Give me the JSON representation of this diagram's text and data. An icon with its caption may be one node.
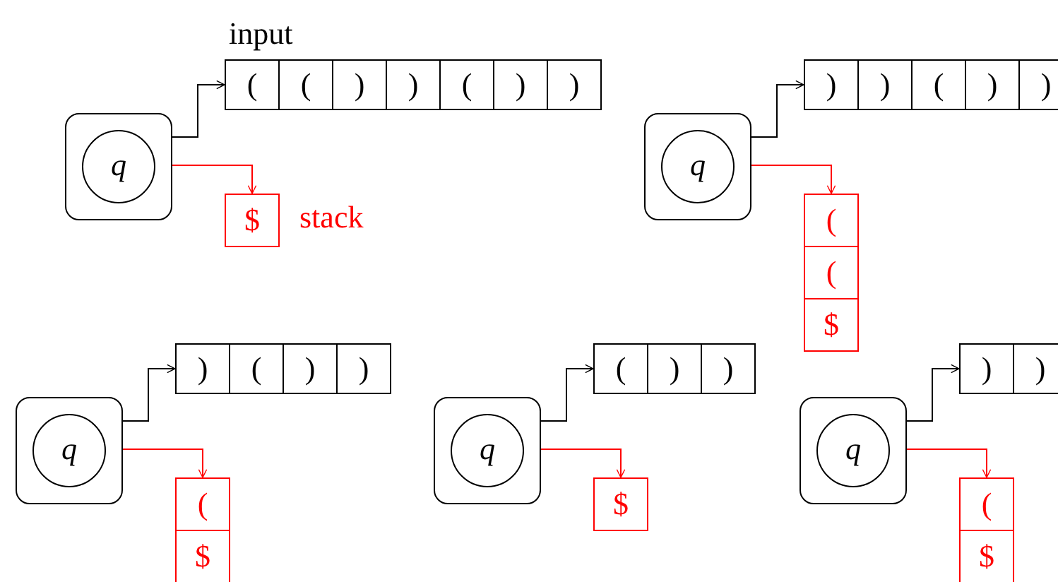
{
  "diagram": {
    "nodes": [
      {
        "text": [],
        "shape": "box"
      },
      {
        "text": [
          "q"
        ],
        "in": 0
      },
      {
        "text": [
          "input"
        ]
      },
      {
        "text": [
          "("
        ],
        "in": 2
      },
      {
        "text": [
          "("
        ],
        "in": 2
      },
      {
        "text": [
          ")"
        ],
        "in": 2
      },
      {
        "text": [
          ")"
        ],
        "in": 2
      },
      {
        "text": [
          "("
        ],
        "in": 2
      },
      {
        "text": [
          ")"
        ],
        "in": 2
      },
      {
        "text": [
          ")"
        ],
        "in": 2
      },
      {
        "text": [],
        "shape": "bar",
        "beside": [
          "stack"
        ]
      },
      {
        "text": [
          "$"
        ],
        "in": 10
      },
      {
        "text": [],
        "shape": "box"
      },
      {
        "text": [
          "q"
        ],
        "in": 12
      },
      {
        "text": [],
        "shape": "bar"
      },
      {
        "text": [
          ")"
        ],
        "in": 14
      },
      {
        "text": [
          ")"
        ],
        "in": 14
      },
      {
        "text": [
          "("
        ],
        "in": 14
      },
      {
        "text": [
          ")"
        ],
        "in": 14
      },
      {
        "text": [
          ")"
        ],
        "in": 14
      },
      {
        "text": [],
        "shape": "bar"
      },
      {
        "text": [
          "("
        ],
        "in": 20
      },
      {
        "text": [
          "("
        ],
        "in": 20
      },
      {
        "text": [
          "$"
        ],
        "in": 20
      },
      {
        "text": [],
        "shape": "box"
      },
      {
        "text": [
          "q"
        ],
        "in": 24
      },
      {
        "text": [],
        "shape": "bar"
      },
      {
        "text": [
          ")"
        ],
        "in": 26
      },
      {
        "text": [
          "("
        ],
        "in": 26
      },
      {
        "text": [
          ")"
        ],
        "in": 26
      },
      {
        "text": [
          ")"
        ],
        "in": 26
      },
      {
        "text": [],
        "shape": "bar"
      },
      {
        "text": [
          "("
        ],
        "in": 31
      },
      {
        "text": [
          "$"
        ],
        "in": 31
      },
      {
        "text": [],
        "shape": "box"
      },
      {
        "text": [
          "q"
        ],
        "in": 34
      },
      {
        "text": [],
        "shape": "bar"
      },
      {
        "text": [
          "("
        ],
        "in": 36
      },
      {
        "text": [
          ")"
        ],
        "in": 36
      },
      {
        "text": [
          ")"
        ],
        "in": 36
      },
      {
        "text": [],
        "shape": "bar"
      },
      {
        "text": [
          "$"
        ],
        "in": 40
      },
      {
        "text": [],
        "shape": "box"
      },
      {
        "text": [
          "q"
        ],
        "in": 42
      },
      {
        "text": [],
        "shape": "bar"
      },
      {
        "text": [
          ")"
        ],
        "in": 44
      },
      {
        "text": [
          ")"
        ],
        "in": 44
      },
      {
        "text": [],
        "shape": "bar"
      },
      {
        "text": [
          "("
        ],
        "in": 47
      },
      {
        "text": [
          "$"
        ],
        "in": 47
      }
    ],
    "edges": [
      {
        "from": 0,
        "to": 2,
        "arrow": "to"
      },
      {
        "from": 0,
        "to": 10,
        "arrow": "to",
        "color": "#ff0000"
      },
      {
        "from": 12,
        "to": 14,
        "arrow": "to"
      },
      {
        "from": 12,
        "to": 20,
        "arrow": "to",
        "color": "#ff0000"
      },
      {
        "from": 24,
        "to": 26,
        "arrow": "to"
      },
      {
        "from": 24,
        "to": 31,
        "arrow": "to",
        "color": "#ff0000"
      },
      {
        "from": 34,
        "to": 36,
        "arrow": "to"
      },
      {
        "from": 34,
        "to": 40,
        "arrow": "to",
        "color": "#ff0000"
      },
      {
        "from": 42,
        "to": 44,
        "arrow": "to"
      },
      {
        "from": 42,
        "to": 47,
        "arrow": "to",
        "color": "#ff0000"
      }
    ]
  }
}
